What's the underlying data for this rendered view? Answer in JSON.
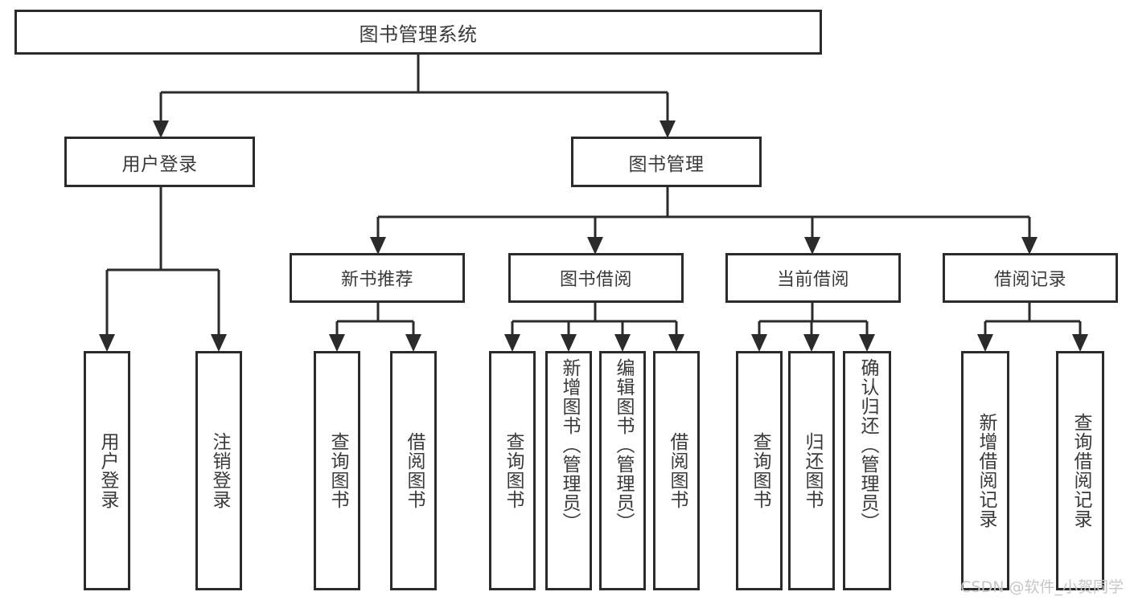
{
  "diagram": {
    "title": "图书管理系统",
    "type": "hierarchy-tree",
    "root": {
      "label": "图书管理系统"
    },
    "level2": [
      {
        "label": "用户登录"
      },
      {
        "label": "图书管理"
      }
    ],
    "level3": [
      {
        "label": "新书推荐"
      },
      {
        "label": "图书借阅"
      },
      {
        "label": "当前借阅"
      },
      {
        "label": "借阅记录"
      }
    ],
    "leaves": {
      "user_login": [
        {
          "label": "用户登录"
        },
        {
          "label": "注销登录"
        }
      ],
      "new_book_recommend": [
        {
          "label": "查询图书"
        },
        {
          "label": "借阅图书"
        }
      ],
      "book_borrow": [
        {
          "label": "查询图书"
        },
        {
          "label": "新增图书（管理员）"
        },
        {
          "label": "编辑图书（管理员）"
        },
        {
          "label": "借阅图书"
        }
      ],
      "current_borrow": [
        {
          "label": "查询图书"
        },
        {
          "label": "归还图书"
        },
        {
          "label": "确认归还（管理员）"
        }
      ],
      "borrow_record": [
        {
          "label": "新增借阅记录"
        },
        {
          "label": "查询借阅记录"
        }
      ]
    },
    "watermark": "CSDN @软件_小贺同学",
    "colors": {
      "stroke": "#2b2b2b",
      "text": "#3a3a3a",
      "background": "#ffffff",
      "watermark": "#c6c6c6"
    }
  }
}
